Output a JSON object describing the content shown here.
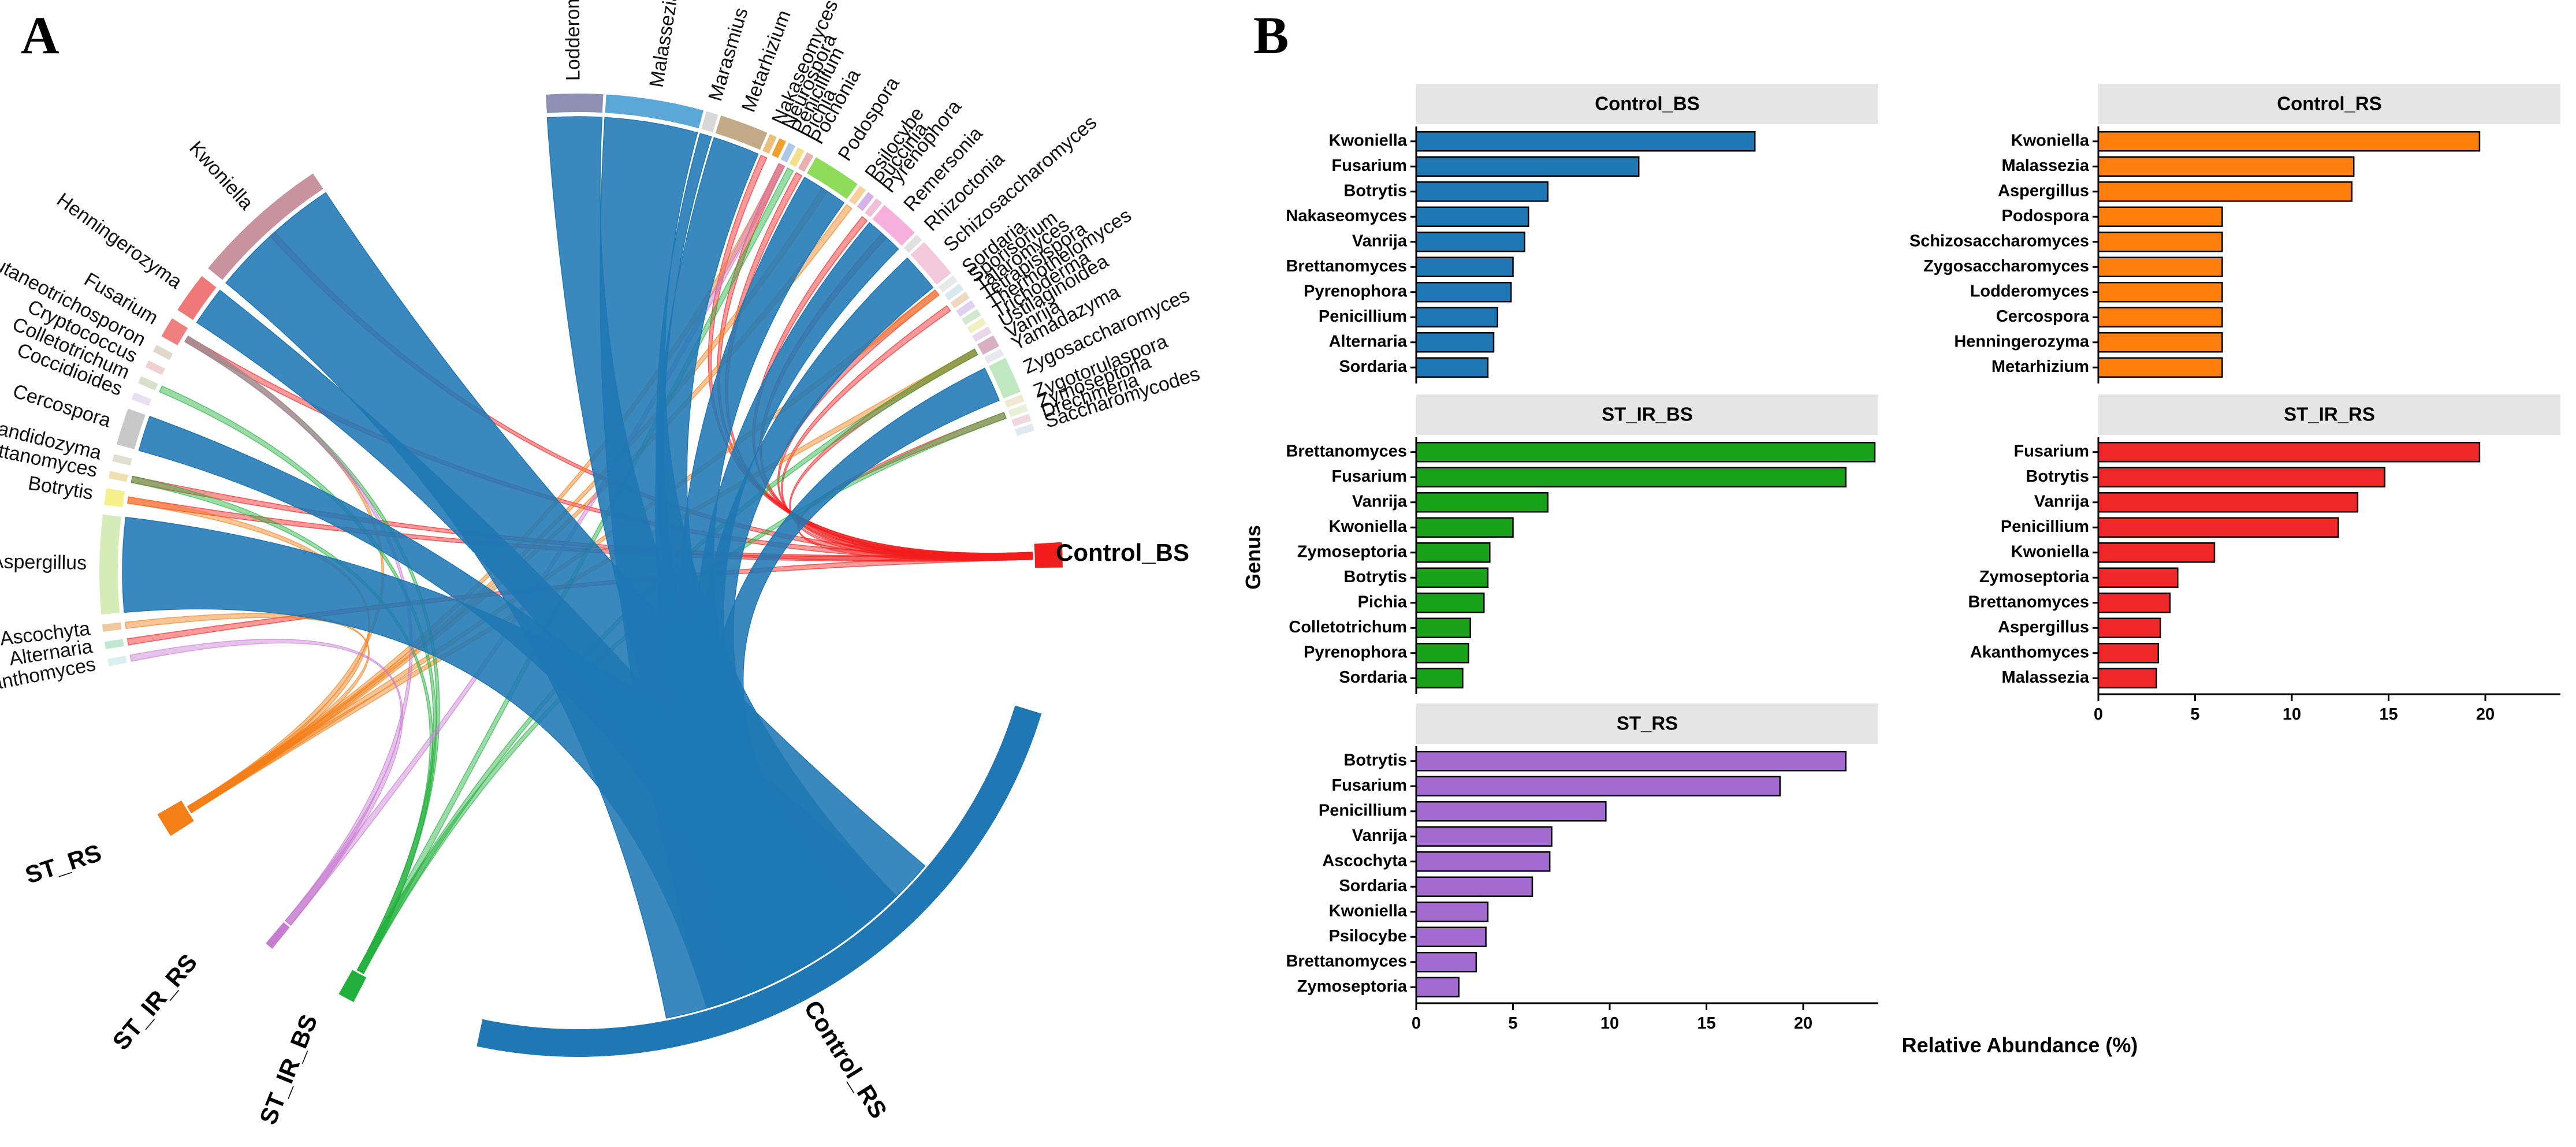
{
  "panels": {
    "a": "A",
    "b": "B"
  },
  "chord": {
    "samples": [
      {
        "name": "Control_BS",
        "color": "#f21d1d"
      },
      {
        "name": "Control_RS",
        "color": "#1f78b4"
      },
      {
        "name": "ST_IR_BS",
        "color": "#22b03c"
      },
      {
        "name": "ST_IR_RS",
        "color": "#c77bd1"
      },
      {
        "name": "ST_RS",
        "color": "#f47e17"
      }
    ],
    "genera": [
      {
        "name": "Lodderomyces",
        "color": "#8f8fb3"
      },
      {
        "name": "Malassezia",
        "color": "#5ba8d8"
      },
      {
        "name": "Marasmius",
        "color": "#d8d8d8"
      },
      {
        "name": "Metarhizium",
        "color": "#c2aa88"
      },
      {
        "name": "Nakaseomyces",
        "color": "#e8c07a"
      },
      {
        "name": "Neurospora",
        "color": "#f0a030"
      },
      {
        "name": "Penicillium",
        "color": "#b0c8e8"
      },
      {
        "name": "Pichia",
        "color": "#f2e08a"
      },
      {
        "name": "Pochonia",
        "color": "#e8b0b0"
      },
      {
        "name": "Podospora",
        "color": "#8fdc5a"
      },
      {
        "name": "Psilocybe",
        "color": "#f8d0a0"
      },
      {
        "name": "Puccinia",
        "color": "#d8b0e8"
      },
      {
        "name": "Pyrenophora",
        "color": "#f0c0d8"
      },
      {
        "name": "Remersonia",
        "color": "#f7b0dc"
      },
      {
        "name": "Rhizoctonia",
        "color": "#e0e0e0"
      },
      {
        "name": "Schizosaccharomyces",
        "color": "#f3c8d8"
      },
      {
        "name": "Sordaria",
        "color": "#e8e8e8"
      },
      {
        "name": "Sporisorium",
        "color": "#d8e8f0"
      },
      {
        "name": "Talaromyces",
        "color": "#f0d8c0"
      },
      {
        "name": "Tetrapisispora",
        "color": "#e0d0f0"
      },
      {
        "name": "Thermothelomyces",
        "color": "#d0e8d0"
      },
      {
        "name": "Trichoderma",
        "color": "#f0f0c0"
      },
      {
        "name": "Ustilaginoidea",
        "color": "#e8d8e8"
      },
      {
        "name": "Vanrija",
        "color": "#d8b0c0"
      },
      {
        "name": "Yamadazyma",
        "color": "#e8e8f0"
      },
      {
        "name": "Zygosaccharomyces",
        "color": "#bfe8c0"
      },
      {
        "name": "Zygotorulaspora",
        "color": "#f0e8d0"
      },
      {
        "name": "Zymoseptoria",
        "color": "#e8f0d8"
      },
      {
        "name": "Drechmeria",
        "color": "#f0d8e0"
      },
      {
        "name": "Saccharomycodes",
        "color": "#e0e8f0"
      },
      {
        "name": "Akanthomyces",
        "color": "#d8f0f0"
      },
      {
        "name": "Alternaria",
        "color": "#c0e8d0"
      },
      {
        "name": "Ascochyta",
        "color": "#f0c8a0"
      },
      {
        "name": "Aspergillus",
        "color": "#d6ecb8"
      },
      {
        "name": "Botrytis",
        "color": "#f5f08a"
      },
      {
        "name": "Brettanomyces",
        "color": "#f0e0b0"
      },
      {
        "name": "Candidozyma",
        "color": "#e0e0d0"
      },
      {
        "name": "Cercospora",
        "color": "#c8c8c8"
      },
      {
        "name": "Coccidioides",
        "color": "#e8e0f0"
      },
      {
        "name": "Colletotrichum",
        "color": "#d8e0c8"
      },
      {
        "name": "Cryptococcus",
        "color": "#f0d0d0"
      },
      {
        "name": "Cutaneotrichosporon",
        "color": "#e0d8c8"
      },
      {
        "name": "Fusarium",
        "color": "#f08080"
      },
      {
        "name": "Henningerozyma",
        "color": "#f07878"
      },
      {
        "name": "Kwoniella",
        "color": "#c9929f"
      }
    ]
  },
  "chart_data": [
    {
      "type": "bar",
      "orientation": "horizontal",
      "title": "Control_BS",
      "color": "#1f78b4",
      "categories": [
        "Kwoniella",
        "Fusarium",
        "Botrytis",
        "Nakaseomyces",
        "Vanrija",
        "Brettanomyces",
        "Pyrenophora",
        "Penicillium",
        "Alternaria",
        "Sordaria"
      ],
      "values": [
        17.5,
        11.5,
        6.8,
        5.8,
        5.6,
        5.0,
        4.9,
        4.2,
        4.0,
        3.7
      ]
    },
    {
      "type": "bar",
      "orientation": "horizontal",
      "title": "Control_RS",
      "color": "#ff7f0e",
      "categories": [
        "Kwoniella",
        "Malassezia",
        "Aspergillus",
        "Podospora",
        "Schizosaccharomyces",
        "Zygosaccharomyces",
        "Lodderomyces",
        "Cercospora",
        "Henningerozyma",
        "Metarhizium"
      ],
      "values": [
        19.7,
        13.2,
        13.1,
        6.4,
        6.4,
        6.4,
        6.4,
        6.4,
        6.4,
        6.4
      ]
    },
    {
      "type": "bar",
      "orientation": "horizontal",
      "title": "ST_IR_BS",
      "color": "#1aa11a",
      "categories": [
        "Brettanomyces",
        "Fusarium",
        "Vanrija",
        "Kwoniella",
        "Zymoseptoria",
        "Botrytis",
        "Pichia",
        "Colletotrichum",
        "Pyrenophora",
        "Sordaria"
      ],
      "values": [
        23.7,
        22.2,
        6.8,
        5.0,
        3.8,
        3.7,
        3.5,
        2.8,
        2.7,
        2.4
      ]
    },
    {
      "type": "bar",
      "orientation": "horizontal",
      "title": "ST_IR_RS",
      "color": "#f0282a",
      "categories": [
        "Fusarium",
        "Botrytis",
        "Vanrija",
        "Penicillium",
        "Kwoniella",
        "Zymoseptoria",
        "Brettanomyces",
        "Aspergillus",
        "Akanthomyces",
        "Malassezia"
      ],
      "values": [
        19.7,
        14.8,
        13.4,
        12.4,
        6.0,
        4.1,
        3.7,
        3.2,
        3.1,
        3.0
      ]
    },
    {
      "type": "bar",
      "orientation": "horizontal",
      "title": "ST_RS",
      "color": "#a36bd0",
      "categories": [
        "Botrytis",
        "Fusarium",
        "Penicillium",
        "Vanrija",
        "Ascochyta",
        "Sordaria",
        "Kwoniella",
        "Psilocybe",
        "Brettanomyces",
        "Zymoseptoria"
      ],
      "values": [
        22.2,
        18.8,
        9.8,
        7.0,
        6.9,
        6.0,
        3.7,
        3.6,
        3.1,
        2.2
      ]
    }
  ],
  "axes": {
    "ylabel": "Genus",
    "xlabel": "Relative Abundance (%)",
    "xlim": [
      0,
      25
    ],
    "xticks": [
      0,
      5,
      10,
      15,
      20
    ]
  }
}
